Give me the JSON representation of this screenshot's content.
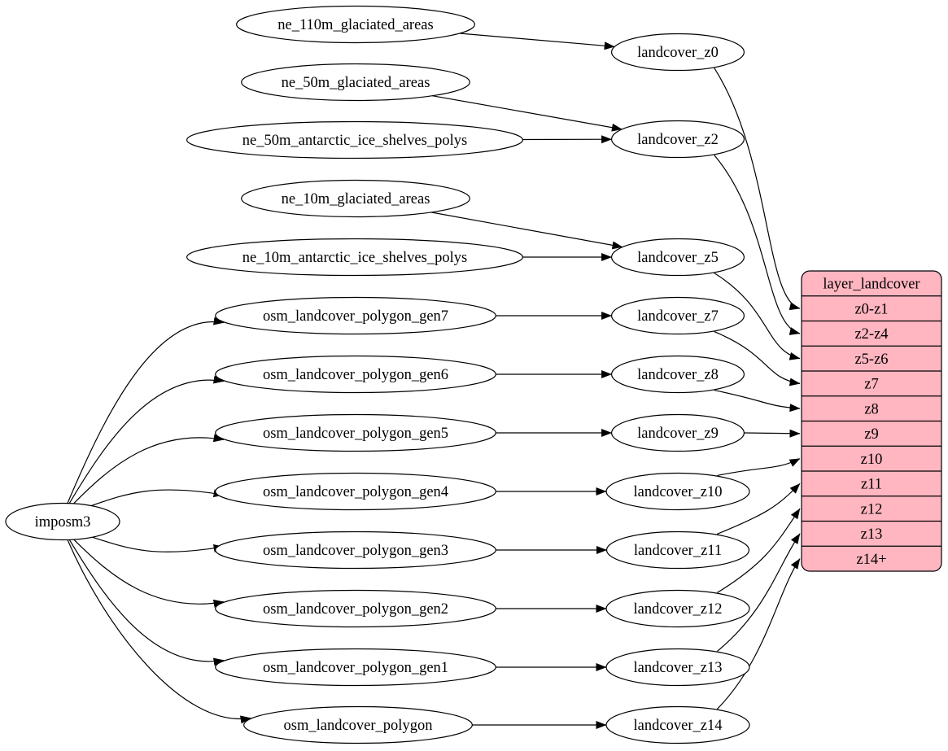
{
  "colors": {
    "background": "#ffffff",
    "edge": "#000000",
    "node_fill": "#ffffff",
    "node_stroke": "#000000",
    "text": "#000000",
    "table_fill": "#ffb6c1",
    "table_stroke": "#000000"
  },
  "graph": {
    "nodes": [
      {
        "id": "imposm3",
        "label": "imposm3"
      },
      {
        "id": "ne_110m_glaciated_areas",
        "label": "ne_110m_glaciated_areas"
      },
      {
        "id": "ne_50m_glaciated_areas",
        "label": "ne_50m_glaciated_areas"
      },
      {
        "id": "ne_50m_antarctic_ice_shelves_polys",
        "label": "ne_50m_antarctic_ice_shelves_polys"
      },
      {
        "id": "ne_10m_glaciated_areas",
        "label": "ne_10m_glaciated_areas"
      },
      {
        "id": "ne_10m_antarctic_ice_shelves_polys",
        "label": "ne_10m_antarctic_ice_shelves_polys"
      },
      {
        "id": "osm_landcover_polygon_gen7",
        "label": "osm_landcover_polygon_gen7"
      },
      {
        "id": "osm_landcover_polygon_gen6",
        "label": "osm_landcover_polygon_gen6"
      },
      {
        "id": "osm_landcover_polygon_gen5",
        "label": "osm_landcover_polygon_gen5"
      },
      {
        "id": "osm_landcover_polygon_gen4",
        "label": "osm_landcover_polygon_gen4"
      },
      {
        "id": "osm_landcover_polygon_gen3",
        "label": "osm_landcover_polygon_gen3"
      },
      {
        "id": "osm_landcover_polygon_gen2",
        "label": "osm_landcover_polygon_gen2"
      },
      {
        "id": "osm_landcover_polygon_gen1",
        "label": "osm_landcover_polygon_gen1"
      },
      {
        "id": "osm_landcover_polygon",
        "label": "osm_landcover_polygon"
      },
      {
        "id": "landcover_z0",
        "label": "landcover_z0"
      },
      {
        "id": "landcover_z2",
        "label": "landcover_z2"
      },
      {
        "id": "landcover_z5",
        "label": "landcover_z5"
      },
      {
        "id": "landcover_z7",
        "label": "landcover_z7"
      },
      {
        "id": "landcover_z8",
        "label": "landcover_z8"
      },
      {
        "id": "landcover_z9",
        "label": "landcover_z9"
      },
      {
        "id": "landcover_z10",
        "label": "landcover_z10"
      },
      {
        "id": "landcover_z11",
        "label": "landcover_z11"
      },
      {
        "id": "landcover_z12",
        "label": "landcover_z12"
      },
      {
        "id": "landcover_z13",
        "label": "landcover_z13"
      },
      {
        "id": "landcover_z14",
        "label": "landcover_z14"
      }
    ],
    "edges": [
      {
        "from": "ne_110m_glaciated_areas",
        "to": "landcover_z0"
      },
      {
        "from": "ne_50m_glaciated_areas",
        "to": "landcover_z2"
      },
      {
        "from": "ne_50m_antarctic_ice_shelves_polys",
        "to": "landcover_z2"
      },
      {
        "from": "ne_10m_glaciated_areas",
        "to": "landcover_z5"
      },
      {
        "from": "ne_10m_antarctic_ice_shelves_polys",
        "to": "landcover_z5"
      },
      {
        "from": "imposm3",
        "to": "osm_landcover_polygon_gen7"
      },
      {
        "from": "imposm3",
        "to": "osm_landcover_polygon_gen6"
      },
      {
        "from": "imposm3",
        "to": "osm_landcover_polygon_gen5"
      },
      {
        "from": "imposm3",
        "to": "osm_landcover_polygon_gen4"
      },
      {
        "from": "imposm3",
        "to": "osm_landcover_polygon_gen3"
      },
      {
        "from": "imposm3",
        "to": "osm_landcover_polygon_gen2"
      },
      {
        "from": "imposm3",
        "to": "osm_landcover_polygon_gen1"
      },
      {
        "from": "imposm3",
        "to": "osm_landcover_polygon"
      },
      {
        "from": "osm_landcover_polygon_gen7",
        "to": "landcover_z7"
      },
      {
        "from": "osm_landcover_polygon_gen6",
        "to": "landcover_z8"
      },
      {
        "from": "osm_landcover_polygon_gen5",
        "to": "landcover_z9"
      },
      {
        "from": "osm_landcover_polygon_gen4",
        "to": "landcover_z10"
      },
      {
        "from": "osm_landcover_polygon_gen3",
        "to": "landcover_z11"
      },
      {
        "from": "osm_landcover_polygon_gen2",
        "to": "landcover_z12"
      },
      {
        "from": "osm_landcover_polygon_gen1",
        "to": "landcover_z13"
      },
      {
        "from": "osm_landcover_polygon",
        "to": "landcover_z14"
      },
      {
        "from": "landcover_z0",
        "to": "layer_landcover",
        "port": "z0-z1"
      },
      {
        "from": "landcover_z2",
        "to": "layer_landcover",
        "port": "z2-z4"
      },
      {
        "from": "landcover_z5",
        "to": "layer_landcover",
        "port": "z5-z6"
      },
      {
        "from": "landcover_z7",
        "to": "layer_landcover",
        "port": "z7"
      },
      {
        "from": "landcover_z8",
        "to": "layer_landcover",
        "port": "z8"
      },
      {
        "from": "landcover_z9",
        "to": "layer_landcover",
        "port": "z9"
      },
      {
        "from": "landcover_z10",
        "to": "layer_landcover",
        "port": "z10"
      },
      {
        "from": "landcover_z11",
        "to": "layer_landcover",
        "port": "z11"
      },
      {
        "from": "landcover_z12",
        "to": "layer_landcover",
        "port": "z12"
      },
      {
        "from": "landcover_z13",
        "to": "layer_landcover",
        "port": "z13"
      },
      {
        "from": "landcover_z14",
        "to": "layer_landcover",
        "port": "z14+"
      }
    ],
    "table": {
      "id": "layer_landcover",
      "title": "layer_landcover",
      "rows": [
        "z0-z1",
        "z2-z4",
        "z5-z6",
        "z7",
        "z8",
        "z9",
        "z10",
        "z11",
        "z12",
        "z13",
        "z14+"
      ]
    }
  }
}
